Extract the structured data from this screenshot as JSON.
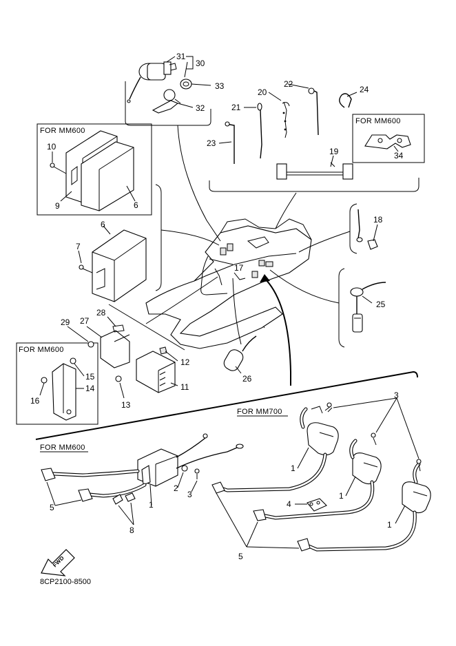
{
  "title": "",
  "drawing_code": "8CP2100-8500",
  "fwd_label": "FWD",
  "groups": {
    "mm600_ecu": "FOR MM600",
    "mm600_bracket": "FOR MM600",
    "mm600_clip": "FOR MM600",
    "mm700_coils": "FOR MM700",
    "mm600_coils": "FOR MM600"
  },
  "callouts": {
    "c1a": "1",
    "c1b": "1",
    "c1c": "1",
    "c1d": "1",
    "c2": "2",
    "c3a": "3",
    "c3b": "3",
    "c4": "4",
    "c5a": "5",
    "c5b": "5",
    "c6a": "6",
    "c6b": "6",
    "c7": "7",
    "c8": "8",
    "c9": "9",
    "c10": "10",
    "c11": "11",
    "c12": "12",
    "c13": "13",
    "c14": "14",
    "c15": "15",
    "c16": "16",
    "c17": "17",
    "c18": "18",
    "c19": "19",
    "c20": "20",
    "c21": "21",
    "c22": "22",
    "c23": "23",
    "c24": "24",
    "c25": "25",
    "c26": "26",
    "c27": "27",
    "c28": "28",
    "c29": "29",
    "c30": "30",
    "c31": "31",
    "c32": "32",
    "c33": "33",
    "c34": "34"
  }
}
